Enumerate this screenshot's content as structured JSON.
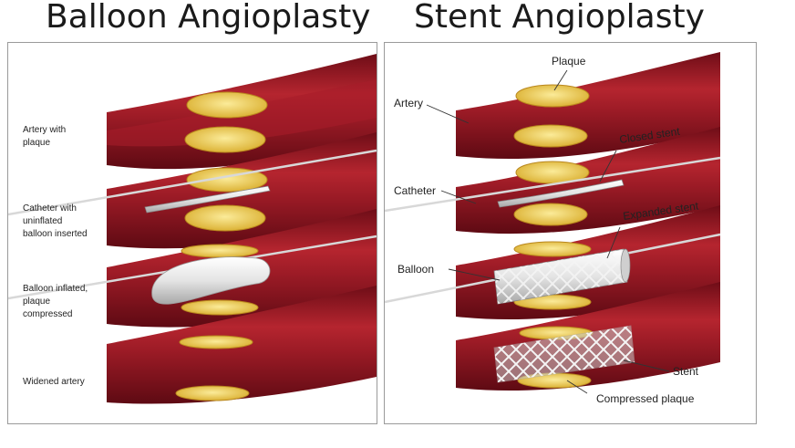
{
  "titles": {
    "left": "Balloon Angioplasty",
    "right": "Stent Angioplasty"
  },
  "balloon_steps": [
    [
      "Artery with",
      "plaque"
    ],
    [
      "Catheter with",
      "uninflated",
      "balloon inserted"
    ],
    [
      "Balloon inflated,",
      "plaque",
      "compressed"
    ],
    [
      "Widened artery"
    ]
  ],
  "stent_labels": {
    "plaque": "Plaque",
    "artery": "Artery",
    "closed_stent": "Closed stent",
    "catheter": "Catheter",
    "expanded_stent": "Expanded stent",
    "balloon": "Balloon",
    "stent": "Stent",
    "compressed_plaque": "Compressed plaque"
  },
  "colors": {
    "artery": "#8e1420",
    "artery_highlight": "#c2323c",
    "plaque": "#e6c440",
    "plaque_highlight": "#fbeb99",
    "balloon": "#e8e8e8",
    "catheter": "#cfcfcf"
  }
}
